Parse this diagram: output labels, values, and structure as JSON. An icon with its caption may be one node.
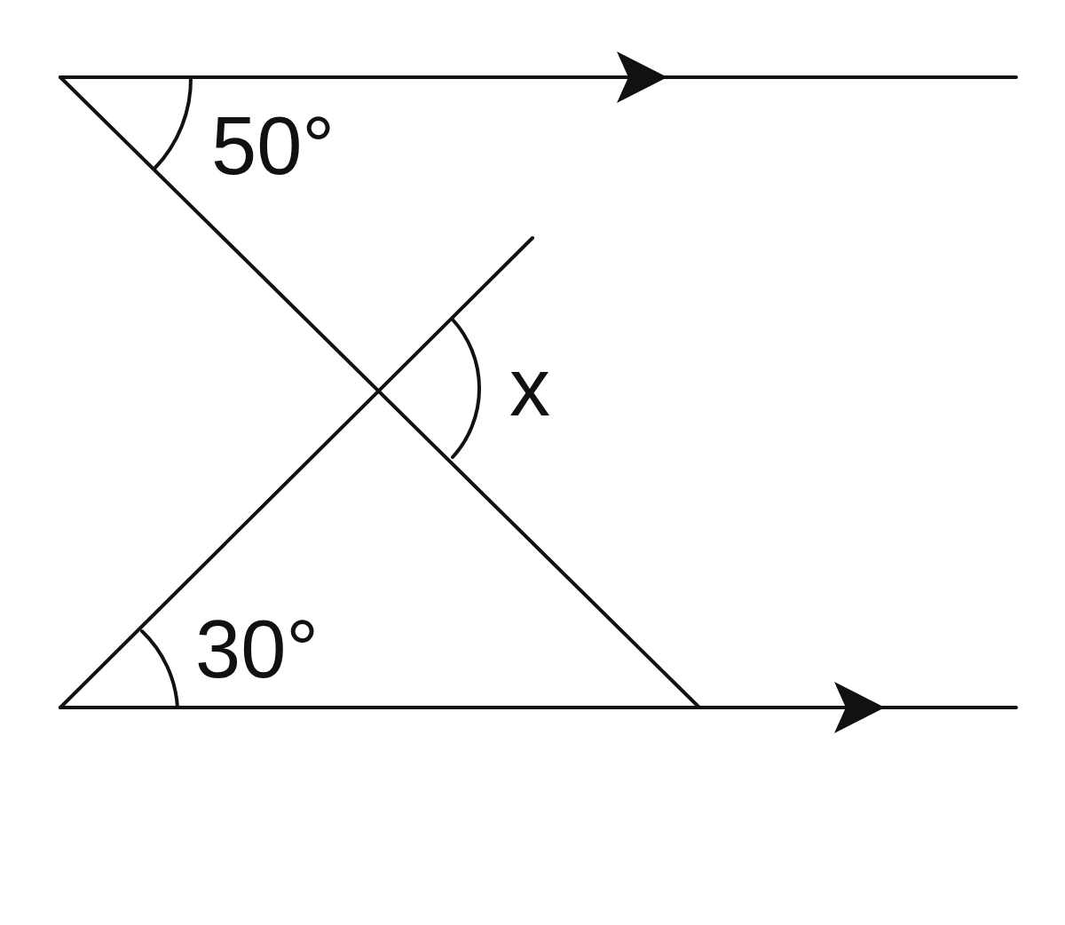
{
  "diagram": {
    "labels": [
      "50°",
      "x",
      "30°"
    ]
  }
}
